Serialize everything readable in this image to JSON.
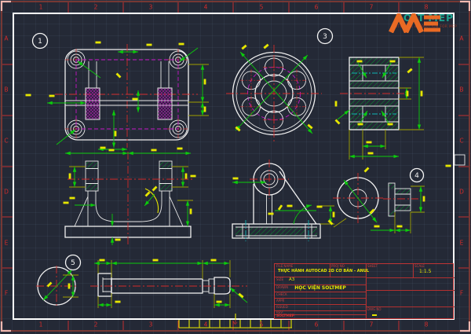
{
  "sheet": {
    "zone_numbers": [
      "1",
      "2",
      "3",
      "4",
      "5",
      "6",
      "7",
      "8"
    ],
    "zone_letters": [
      "A",
      "B",
      "C",
      "D",
      "E",
      "F"
    ],
    "balloons": [
      "1",
      "3",
      "4",
      "5"
    ]
  },
  "logo": {
    "monogram": "ME",
    "name": "SOLT-MEP",
    "tagline": "AUTODESK & SOLUTION FOR MEP",
    "accent_orange": "#e96a24",
    "accent_teal": "#1ba390"
  },
  "title_block": {
    "file_name_label": "FILE NAME",
    "proj_no_label": "PROJ NO",
    "file_name": "THỰC HÀNH AUTOCAD 2D CƠ BẢN - ANUL",
    "size_label": "SIZE",
    "size_value": "A3",
    "drawn_label": "DRAWN",
    "organization": "HỌC VIỆN SOLTMEP",
    "check_label": "CHECK",
    "appr_label": "APPR",
    "issued_label": "ISSUED",
    "rev_label": "REV",
    "footer_label": "SOLTMEP",
    "sheet_label": "SHEET",
    "scale_label": "SCALE",
    "scale_value": "1:1.5",
    "dwg_label": "DWG NO"
  },
  "colors": {
    "background": "#242936",
    "object_line": "#f0f0f0",
    "dimension_green": "#0ccb0c",
    "dimension_text_yellow": "#e6e600",
    "centerline_red": "#d22b2b",
    "hidden_magenta": "#c617c6",
    "extension_olive": "#a0a000",
    "hole_axis_cyan": "#10b5b5",
    "zone_red": "#d22b2b",
    "frame_white": "#ffffff"
  }
}
